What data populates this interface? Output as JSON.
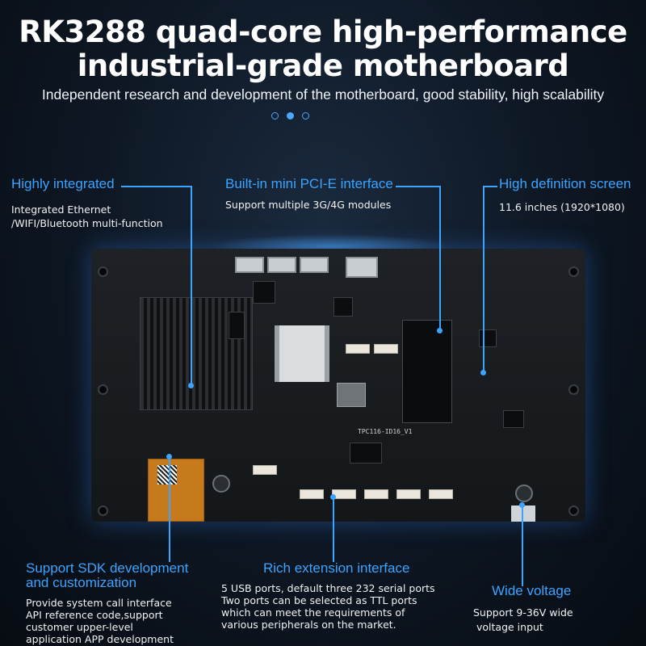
{
  "header": {
    "title_line1": "RK3288 quad-core high-performance",
    "title_line2": "industrial-grade motherboard",
    "subtitle": "Independent research and development of the motherboard, good stability, high scalability"
  },
  "pager": {
    "count": 3,
    "active_index": 1
  },
  "features": {
    "integrated": {
      "title": "Highly integrated",
      "desc_line1": "Integrated Ethernet",
      "desc_line2": "/WIFI/Bluetooth multi-function"
    },
    "pcie": {
      "title": "Built-in mini PCI-E interface",
      "desc": "Support multiple 3G/4G modules"
    },
    "screen": {
      "title": "High definition screen",
      "desc": "11.6 inches (1920*1080)"
    },
    "sdk": {
      "title_line1": "Support SDK development",
      "title_line2": "and customization",
      "desc_line1": "Provide system call interface",
      "desc_line2": "API reference code,support",
      "desc_line3": "customer upper-level",
      "desc_line4": "application APP development"
    },
    "extension": {
      "title": "Rich extension interface",
      "desc_line1": "5 USB ports, default three 232 serial ports",
      "desc_line2": "Two ports can be selected as TTL ports",
      "desc_line3": "which can meet the requirements of",
      "desc_line4": "various peripherals on the market."
    },
    "voltage": {
      "title": "Wide voltage",
      "desc_line1": "Support 9-36V wide",
      "desc_line2": "voltage input"
    }
  },
  "board": {
    "silkscreen": "TPC116-ID16_V1"
  },
  "colors": {
    "accent": "#3ba4ff",
    "background": "#0d1622"
  }
}
